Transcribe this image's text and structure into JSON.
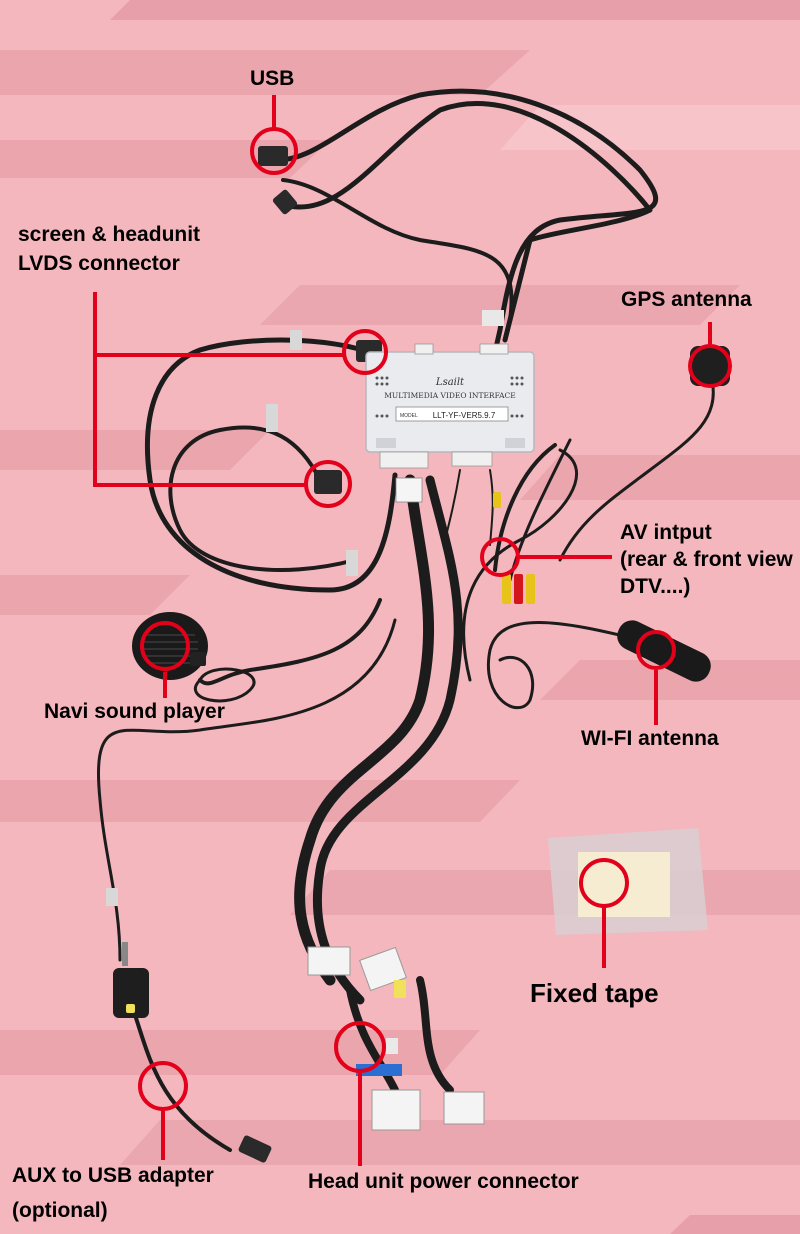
{
  "colors": {
    "background": "#f4b7bd",
    "stripe": "#e7a0a9",
    "stripe_light": "#f8c9ce",
    "cable": "#1c1c1c",
    "callout": "#e3001b",
    "box": "#e9ebee",
    "connector": "#f2f2f2",
    "rca_red": "#d3151c",
    "rca_yellow": "#e8c31a"
  },
  "box": {
    "brand": "Lsailt",
    "product_line": "MULTIMEDIA VIDEO INTERFACE",
    "model_caption": "MODEL",
    "model_number": "LLT-YF-VER5.9.7"
  },
  "labels": {
    "usb": "USB",
    "lvds_line1": "screen & headunit",
    "lvds_line2": "LVDS connector",
    "gps": "GPS antenna",
    "av_line1": "AV intput",
    "av_line2": "(rear & front view",
    "av_line3": "DTV....)",
    "navi": "Navi sound player",
    "wifi": "WI-FI antenna",
    "tape": "Fixed tape",
    "aux_line1": "AUX to USB adapter",
    "aux_line2": "(optional)",
    "power": "Head unit power connector"
  },
  "icons": [
    "usb-plug-icon",
    "gps-puck-icon",
    "speaker-icon",
    "wifi-antenna-icon",
    "rca-plug-icon",
    "aux-adapter-icon"
  ]
}
